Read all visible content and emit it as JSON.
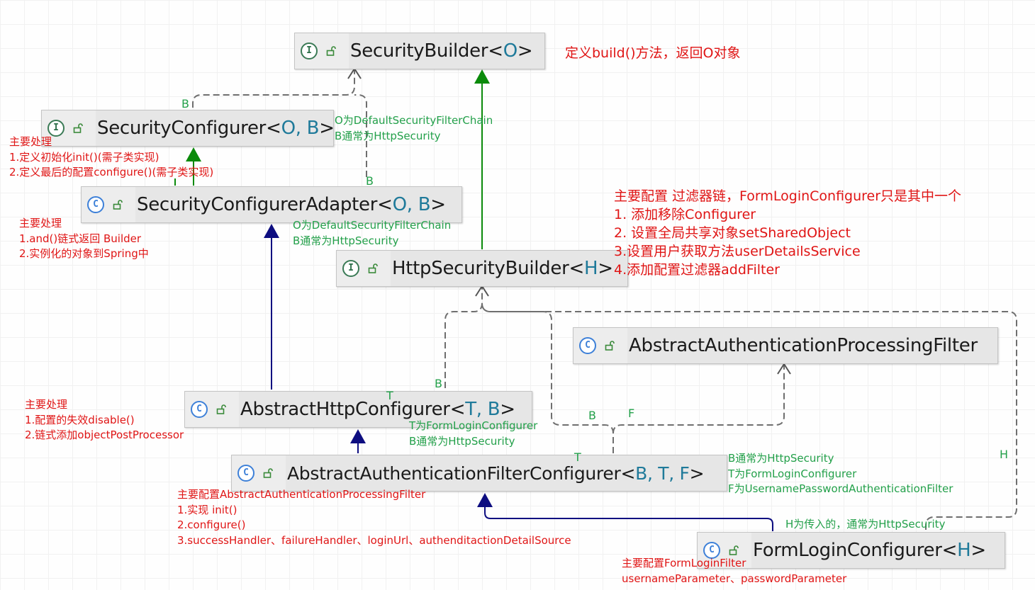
{
  "nodes": {
    "security_builder": {
      "name": "SecurityBuilder",
      "lt": "<",
      "params": "O",
      "gt": ">",
      "kind": "I"
    },
    "security_configurer": {
      "name": "SecurityConfigurer",
      "lt": "<",
      "params": "O, B",
      "gt": ">",
      "kind": "I"
    },
    "security_configurer_adapter": {
      "name": "SecurityConfigurerAdapter",
      "lt": "<",
      "params": "O, B",
      "gt": ">",
      "kind": "C"
    },
    "http_security_builder": {
      "name": "HttpSecurityBuilder",
      "lt": "<",
      "params": "H",
      "gt": ">",
      "kind": "I"
    },
    "abstract_auth_processing_filter": {
      "name": "AbstractAuthenticationProcessingFilter",
      "kind": "C"
    },
    "abstract_http_configurer": {
      "name": "AbstractHttpConfigurer",
      "lt": "<",
      "params": "T, B",
      "gt": ">",
      "kind": "C"
    },
    "abstract_auth_filter_configurer": {
      "name": "AbstractAuthenticationFilterConfigurer",
      "lt": "<",
      "params": "B, T, F",
      "gt": ">",
      "kind": "C"
    },
    "form_login_configurer": {
      "name": "FormLoginConfigurer",
      "lt": "<",
      "params": "H",
      "gt": ">",
      "kind": "C"
    }
  },
  "notes": {
    "security_builder": [
      "定义build()方法，返回O对象"
    ],
    "security_configurer": [
      "主要处理",
      "1.定义初始化init()(需子类实现)",
      "2.定义最后的配置configure()(需子类实现)"
    ],
    "adapter": [
      "主要处理",
      "1.and()链式返回 Builder",
      "2.实例化的对象到Spring中"
    ],
    "http_security_builder": [
      "主要配置 过滤器链，FormLoginConfigurer只是其中一个",
      "1. 添加移除Configurer",
      "2. 设置全局共享对象setSharedObject",
      "3.设置用户获取方法userDetailsService",
      "4.添加配置过滤器addFilter"
    ],
    "abstract_http_configurer": [
      "主要处理",
      "1.配置的失效disable()",
      "2.链式添加objectPostProcessor"
    ],
    "abstract_auth_filter_configurer": [
      "主要配置AbstractAuthenticationProcessingFilter",
      "1.实现 init()",
      "2.configure()",
      "3.successHandler、failureHandler、loginUrl、authenditactionDetailSource"
    ],
    "form_login_configurer": [
      "主要配置FormLoginFilter",
      "usernameParameter、passwordParameter"
    ]
  },
  "generic_notes": {
    "security_configurer": [
      "O为DefaultSecurityFilterChain",
      "B通常为HttpSecurity"
    ],
    "adapter": [
      "O为DefaultSecurityFilterChain",
      "B通常为HttpSecurity"
    ],
    "abstract_http_configurer": [
      "T为FormLoginConfigurer",
      "B通常为HttpSecurity"
    ],
    "abstract_auth_filter_configurer": [
      "B通常为HttpSecurity",
      "T为FormLoginConfigurer",
      "F为UsernamePasswordAuthenticationFilter"
    ],
    "form_login_configurer": [
      "H为传入的，通常为HttpSecurity"
    ]
  },
  "edge_labels": {
    "b_security_configurer": "B",
    "b_adapter": "B",
    "t_abstract_http": "T",
    "b_abstract_http": "B",
    "b_auth_filter": "B",
    "f_auth_filter": "F",
    "t_auth_filter": "T",
    "h_form_login": "H"
  },
  "colors": {
    "implements_arrow": "#0a8a0a",
    "extends_arrow": "#0d0d80",
    "type_arg_arrow": "#6e6e6e",
    "note_red": "#e01515",
    "note_green": "#23a04a",
    "type_param": "#1f7a9a"
  }
}
